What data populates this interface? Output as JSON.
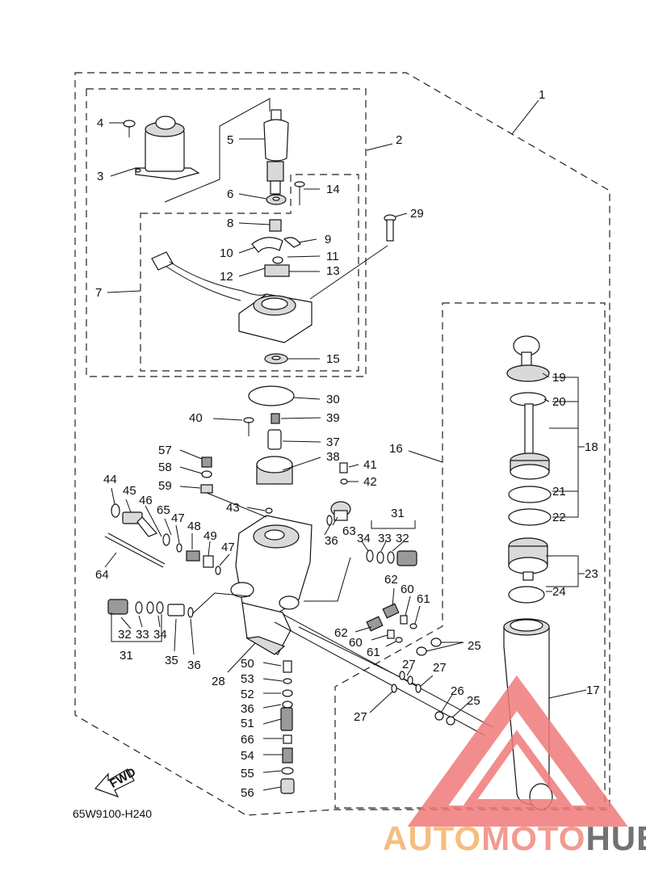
{
  "drawing_code": "65W9100-H240",
  "fwd_label": "FWD",
  "watermark": {
    "part1": "AUTO",
    "part2": "MOTO",
    "part3": "HUB",
    "color1": "#f4b36b",
    "color2": "#f08a7e",
    "color3": "#5a5a5a",
    "triangle_color": "#f07a7a"
  },
  "callouts": [
    {
      "id": "1",
      "text": "1"
    },
    {
      "id": "2",
      "text": "2"
    },
    {
      "id": "3",
      "text": "3"
    },
    {
      "id": "4",
      "text": "4"
    },
    {
      "id": "5",
      "text": "5"
    },
    {
      "id": "6",
      "text": "6"
    },
    {
      "id": "7",
      "text": "7"
    },
    {
      "id": "8",
      "text": "8"
    },
    {
      "id": "9",
      "text": "9"
    },
    {
      "id": "10",
      "text": "10"
    },
    {
      "id": "11",
      "text": "11"
    },
    {
      "id": "12",
      "text": "12"
    },
    {
      "id": "13",
      "text": "13"
    },
    {
      "id": "14",
      "text": "14"
    },
    {
      "id": "15",
      "text": "15"
    },
    {
      "id": "16",
      "text": "16"
    },
    {
      "id": "17",
      "text": "17"
    },
    {
      "id": "18",
      "text": "18"
    },
    {
      "id": "19",
      "text": "19"
    },
    {
      "id": "20",
      "text": "20"
    },
    {
      "id": "21",
      "text": "21"
    },
    {
      "id": "22",
      "text": "22"
    },
    {
      "id": "23",
      "text": "23"
    },
    {
      "id": "24",
      "text": "24"
    },
    {
      "id": "25a",
      "text": "25"
    },
    {
      "id": "25b",
      "text": "25"
    },
    {
      "id": "26",
      "text": "26"
    },
    {
      "id": "27a",
      "text": "27"
    },
    {
      "id": "27b",
      "text": "27"
    },
    {
      "id": "27c",
      "text": "27"
    },
    {
      "id": "28",
      "text": "28"
    },
    {
      "id": "29",
      "text": "29"
    },
    {
      "id": "30",
      "text": "30"
    },
    {
      "id": "31a",
      "text": "31"
    },
    {
      "id": "31b",
      "text": "31"
    },
    {
      "id": "32a",
      "text": "32"
    },
    {
      "id": "32b",
      "text": "32"
    },
    {
      "id": "33a",
      "text": "33"
    },
    {
      "id": "33b",
      "text": "33"
    },
    {
      "id": "34a",
      "text": "34"
    },
    {
      "id": "34b",
      "text": "34"
    },
    {
      "id": "35",
      "text": "35"
    },
    {
      "id": "36a",
      "text": "36"
    },
    {
      "id": "36b",
      "text": "36"
    },
    {
      "id": "36c",
      "text": "36"
    },
    {
      "id": "37",
      "text": "37"
    },
    {
      "id": "38",
      "text": "38"
    },
    {
      "id": "39",
      "text": "39"
    },
    {
      "id": "40",
      "text": "40"
    },
    {
      "id": "41",
      "text": "41"
    },
    {
      "id": "42",
      "text": "42"
    },
    {
      "id": "43",
      "text": "43"
    },
    {
      "id": "44",
      "text": "44"
    },
    {
      "id": "45",
      "text": "45"
    },
    {
      "id": "46",
      "text": "46"
    },
    {
      "id": "47a",
      "text": "47"
    },
    {
      "id": "47b",
      "text": "47"
    },
    {
      "id": "48",
      "text": "48"
    },
    {
      "id": "49",
      "text": "49"
    },
    {
      "id": "50",
      "text": "50"
    },
    {
      "id": "51",
      "text": "51"
    },
    {
      "id": "52",
      "text": "52"
    },
    {
      "id": "53",
      "text": "53"
    },
    {
      "id": "54",
      "text": "54"
    },
    {
      "id": "55",
      "text": "55"
    },
    {
      "id": "56",
      "text": "56"
    },
    {
      "id": "57",
      "text": "57"
    },
    {
      "id": "58",
      "text": "58"
    },
    {
      "id": "59",
      "text": "59"
    },
    {
      "id": "60a",
      "text": "60"
    },
    {
      "id": "60b",
      "text": "60"
    },
    {
      "id": "61a",
      "text": "61"
    },
    {
      "id": "61b",
      "text": "61"
    },
    {
      "id": "62a",
      "text": "62"
    },
    {
      "id": "62b",
      "text": "62"
    },
    {
      "id": "63",
      "text": "63"
    },
    {
      "id": "64",
      "text": "64"
    },
    {
      "id": "65",
      "text": "65"
    },
    {
      "id": "66",
      "text": "66"
    }
  ]
}
